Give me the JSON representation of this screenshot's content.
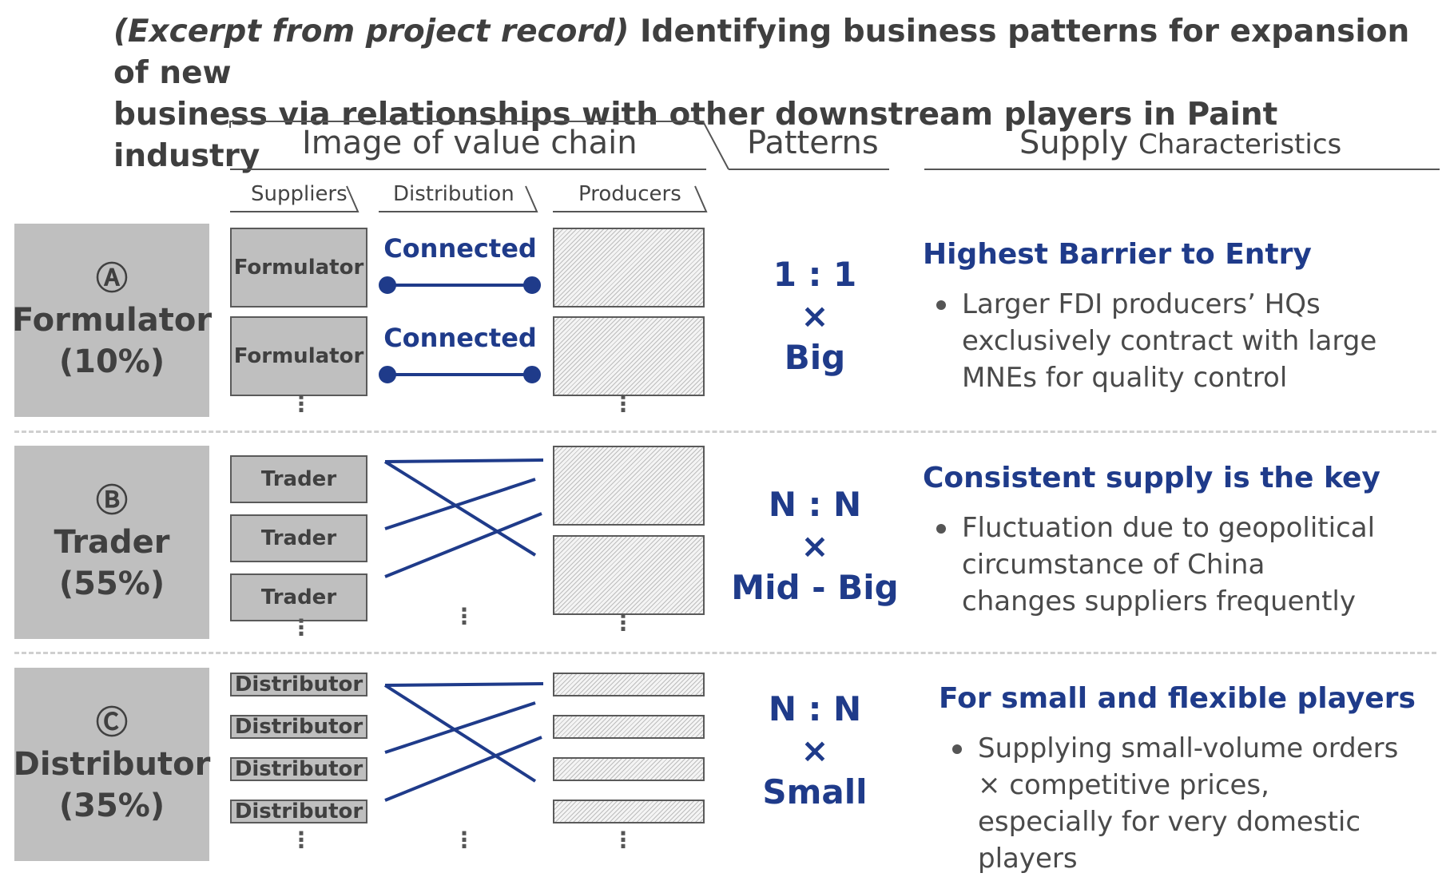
{
  "title": {
    "prefix": "(Excerpt from project record)",
    "line1": "Identifying business patterns for expansion of new",
    "line2": "business via relationships with other downstream players in Paint industry"
  },
  "headers": {
    "value_chain": "Image of value chain",
    "patterns": "Patterns",
    "supply_main": "Supply",
    "supply_small": "Characteristics",
    "suppliers": "Suppliers",
    "distribution": "Distribution",
    "producers": "Producers"
  },
  "colors": {
    "accent": "#1f3b8a",
    "box_gray": "#bfbfbf"
  },
  "rows": [
    {
      "mark": "Ⓐ",
      "name": "Formulator",
      "pct": "(10%)",
      "suppliers": [
        "Formulator",
        "Formulator"
      ],
      "connection_label": "Connected",
      "pattern": [
        "1 : 1",
        "×",
        "Big"
      ],
      "char_title": "Highest Barrier to Entry",
      "char_text": "Larger FDI producers’ HQs exclusively contract with large MNEs for quality control"
    },
    {
      "mark": "Ⓑ",
      "name": "Trader",
      "pct": "(55%)",
      "suppliers": [
        "Trader",
        "Trader",
        "Trader"
      ],
      "pattern": [
        "N : N",
        "×",
        "Mid - Big"
      ],
      "char_title": "Consistent supply is the key",
      "char_text": "Fluctuation due to geopolitical circumstance of China changes suppliers frequently"
    },
    {
      "mark": "Ⓒ",
      "name": "Distributor",
      "pct": "(35%)",
      "suppliers": [
        "Distributor",
        "Distributor",
        "Distributor",
        "Distributor"
      ],
      "pattern": [
        "N : N",
        "×",
        "Small"
      ],
      "char_title": "For small and flexible players",
      "char_text": "Supplying small-volume orders × competitive prices, especially for very domestic players"
    }
  ]
}
